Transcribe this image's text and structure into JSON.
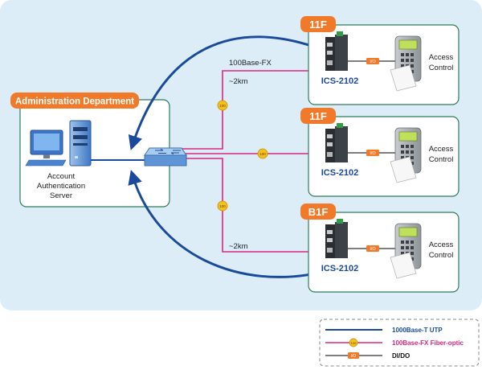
{
  "admin": {
    "title": "Administration Department",
    "server_label_lines": [
      "Account",
      "Authentication",
      "Server"
    ]
  },
  "sites": [
    {
      "floor": "11F",
      "device": "ICS-2102",
      "access_lines": [
        "Access",
        "Control"
      ],
      "io": "I/O"
    },
    {
      "floor": "11F",
      "device": "ICS-2102",
      "access_lines": [
        "Access",
        "Control"
      ],
      "io": "I/O"
    },
    {
      "floor": "B1F",
      "device": "ICS-2102",
      "access_lines": [
        "Access",
        "Control"
      ],
      "io": "I/O"
    }
  ],
  "links": {
    "fiber_top_label": "100Base-FX",
    "distance_top": "~2km",
    "distance_bottom": "~2km",
    "fiber_marker": "100"
  },
  "legend": {
    "items": [
      {
        "label": "1000Base-T UTP",
        "color": "#1a4a9c",
        "kind": "utp"
      },
      {
        "label": "100Base-FX Fiber-optic",
        "color": "#d6287f",
        "kind": "fiber",
        "marker": "100"
      },
      {
        "label": "DI/DO",
        "color": "#111111",
        "kind": "dido",
        "marker": "I/O"
      }
    ]
  },
  "colors": {
    "panel_bg": "#dcedf8",
    "box_border": "#2e7d5a",
    "badge": "#f07a2a",
    "utp": "#1a4a9c",
    "fiber": "#d6287f",
    "device_text": "#1a4a9c"
  }
}
